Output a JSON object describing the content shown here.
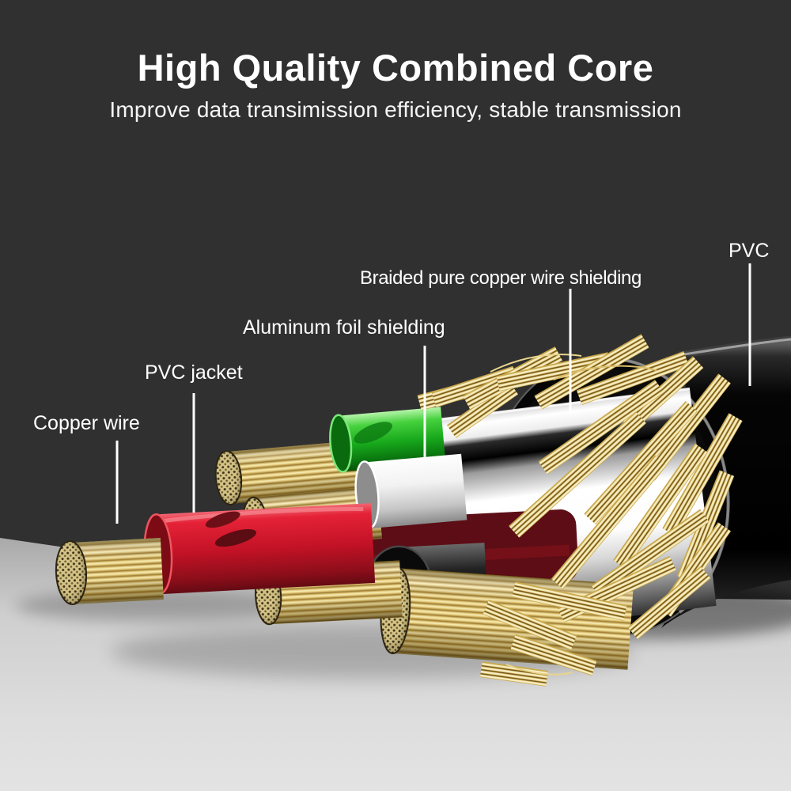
{
  "header": {
    "title": "High Quality Combined Core",
    "subtitle": "Improve data transimission efficiency, stable transmission"
  },
  "diagram": {
    "labels": [
      {
        "id": "copper-wire",
        "text": "Copper wire"
      },
      {
        "id": "pvc-jacket",
        "text": "PVC jacket"
      },
      {
        "id": "aluminum-foil",
        "text": "Aluminum foil shielding"
      },
      {
        "id": "braided-shield",
        "text": "Braided pure copper wire shielding"
      },
      {
        "id": "pvc-outer",
        "text": "PVC"
      }
    ],
    "parts": [
      "stranded copper core wires",
      "red PVC inner jacket",
      "green PVC inner jacket",
      "white PVC inner jacket",
      "black PVC inner jacket",
      "aluminum foil shielding (chrome tube)",
      "braided pure copper wire shielding (gold fray)",
      "black PVC outer jacket"
    ]
  },
  "colors": {
    "background_wall": "#303030",
    "floor_light": "#e0e0e0",
    "floor_dark": "#a9a9a9",
    "text": "#ffffff",
    "copper_light": "#f7eab4",
    "copper_dark": "#9b7a35",
    "jacket_red": "#cf1428",
    "jacket_green": "#18a81c",
    "jacket_white": "#f2f2f2",
    "jacket_black": "#0d0d0d",
    "foil_chrome": "#ffffff",
    "pvc_outer": "#050505"
  }
}
